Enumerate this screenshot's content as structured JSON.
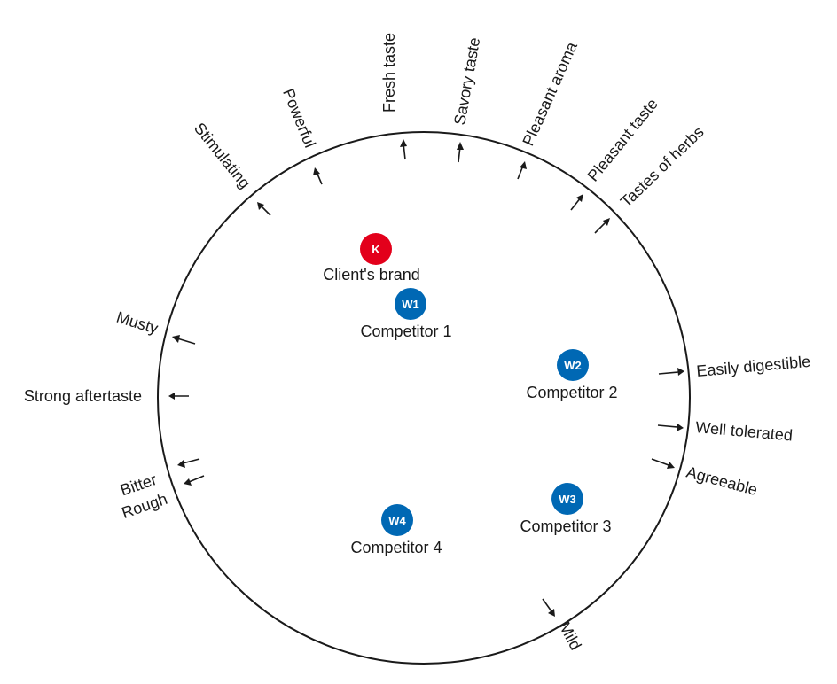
{
  "attributes": [
    {
      "id": "fresh-taste",
      "label": "Fresh taste"
    },
    {
      "id": "savory-taste",
      "label": "Savory taste"
    },
    {
      "id": "pleasant-aroma",
      "label": "Pleasant aroma"
    },
    {
      "id": "pleasant-taste",
      "label": "Pleasant taste"
    },
    {
      "id": "tastes-of-herbs",
      "label": "Tastes of herbs"
    },
    {
      "id": "powerful",
      "label": "Powerful"
    },
    {
      "id": "stimulating",
      "label": "Stimulating"
    },
    {
      "id": "musty",
      "label": "Musty"
    },
    {
      "id": "strong-aftertaste",
      "label": "Strong aftertaste"
    },
    {
      "id": "bitter",
      "label": "Bitter"
    },
    {
      "id": "rough",
      "label": "Rough"
    },
    {
      "id": "easily-digestible",
      "label": "Easily digestible"
    },
    {
      "id": "well-tolerated",
      "label": "Well tolerated"
    },
    {
      "id": "agreeable",
      "label": "Agreeable"
    },
    {
      "id": "mild",
      "label": "Mild"
    }
  ],
  "brands": [
    {
      "id": "client",
      "code": "K",
      "label": "Client's brand",
      "color": "#e3001b"
    },
    {
      "id": "w1",
      "code": "W1",
      "label": "Competitor 1",
      "color": "#0068b4"
    },
    {
      "id": "w2",
      "code": "W2",
      "label": "Competitor 2",
      "color": "#0068b4"
    },
    {
      "id": "w3",
      "code": "W3",
      "label": "Competitor 3",
      "color": "#0068b4"
    },
    {
      "id": "w4",
      "code": "W4",
      "label": "Competitor 4",
      "color": "#0068b4"
    }
  ]
}
